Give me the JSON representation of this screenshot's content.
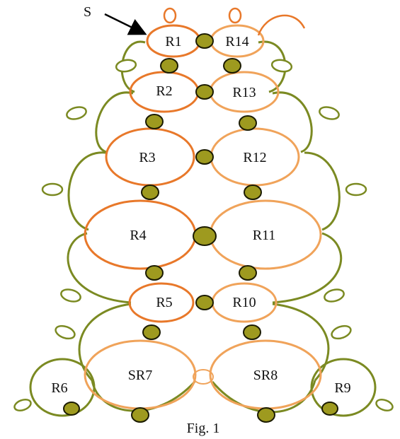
{
  "start_label": "S",
  "caption": "Fig. 1",
  "rings": [
    "R1",
    "R2",
    "R3",
    "R4",
    "R5",
    "R6",
    "SR7",
    "SR8",
    "R9",
    "R10",
    "R11",
    "R12",
    "R13",
    "R14"
  ],
  "colors": {
    "ring_orange": "#e8782a",
    "ring_orange_light": "#f0a35a",
    "chain_olive": "#7b8a22",
    "bead_fill": "#9e9a1f",
    "bead_stroke": "#1a1a00",
    "arrow": "#000000"
  }
}
